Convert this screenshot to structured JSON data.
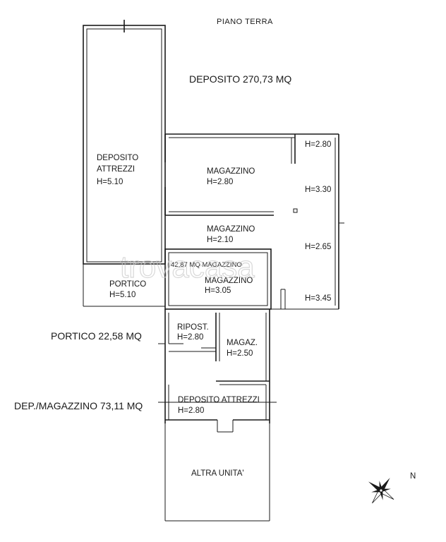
{
  "title": "PIANO TERRA",
  "areas": {
    "deposito": "DEPOSITO 270,73 MQ",
    "portico": "PORTICO 22,58 MQ",
    "dep_magazzino": "DEP./MAGAZZINO 73,11 MQ"
  },
  "rooms": {
    "deposito_attrezzi_top": {
      "line1": "DEPOSITO",
      "line2": "ATTREZZI",
      "height": "H=5.10"
    },
    "magazzino_upper": {
      "name": "MAGAZZINO",
      "height": "H=2.80"
    },
    "magazzino_middle": {
      "name": "MAGAZZINO",
      "height": "H=2.10"
    },
    "magazzino_lower": {
      "area_note": "42,87 MQ MAGAZZINO",
      "name": "MAGAZZINO",
      "height": "H=3.05"
    },
    "portico_room": {
      "name": "PORTICO",
      "height": "H=5.10"
    },
    "ripost": {
      "name": "RIPOST.",
      "height": "H=2.80"
    },
    "magaz": {
      "name": "MAGAZ.",
      "height": "H=2.50"
    },
    "deposito_attrezzi_bottom": {
      "name": "DEPOSITO ATTREZZI",
      "height": "H=2.80"
    },
    "altra_unita": {
      "name": "ALTRA UNITA'"
    }
  },
  "heights_right": [
    "H=2.80",
    "H=3.30",
    "H=2.65",
    "H=3.45"
  ],
  "compass": {
    "label": "N"
  },
  "watermark": "trovacasa",
  "colors": {
    "line": "#1a1a1a",
    "watermark": "#c8c8c8"
  }
}
